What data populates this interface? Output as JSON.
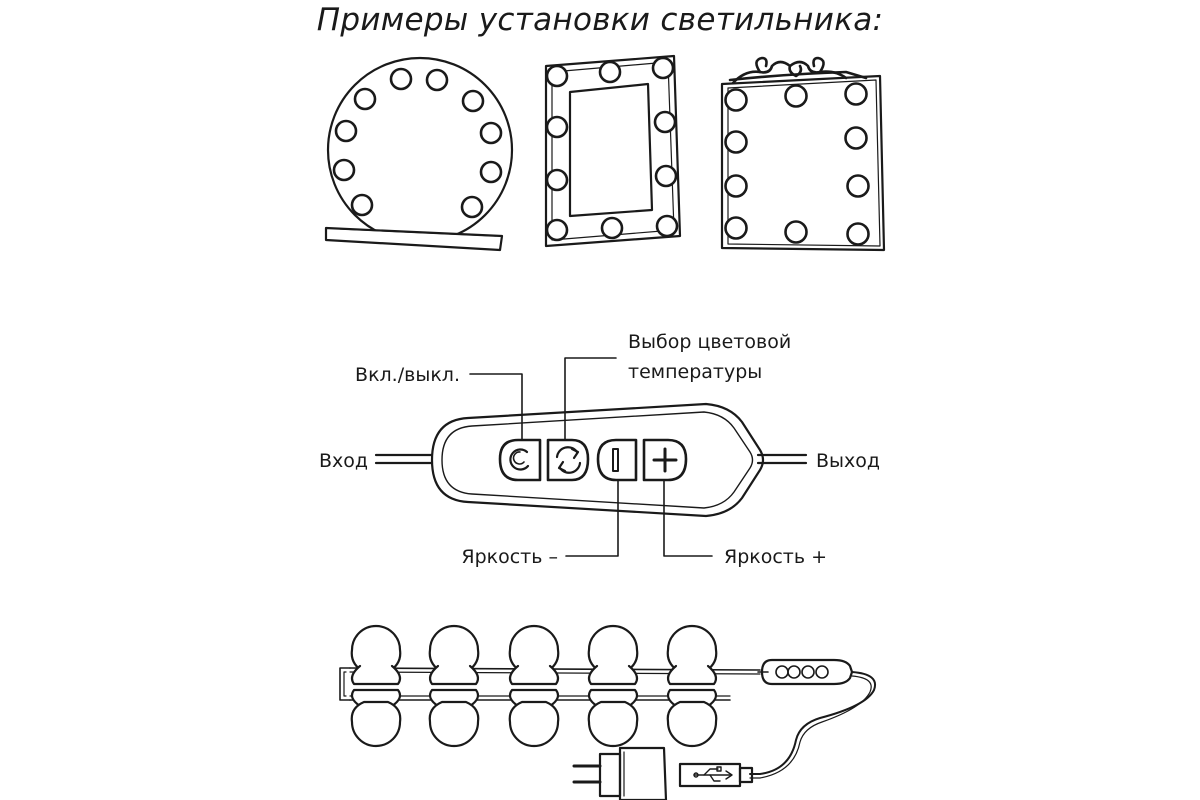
{
  "title": "Примеры установки светильника:",
  "controller_labels": {
    "power": "Вкл./выкл.",
    "color_temp_line1": "Выбор цветовой",
    "color_temp_line2": "температуры",
    "input": "Вход",
    "output": "Выход",
    "brightness_minus": "Яркость –",
    "brightness_plus": "Яркость +"
  },
  "icons": {
    "power": "power-icon",
    "color_temp": "refresh-icon",
    "minus": "minus-icon",
    "plus": "plus-icon"
  }
}
